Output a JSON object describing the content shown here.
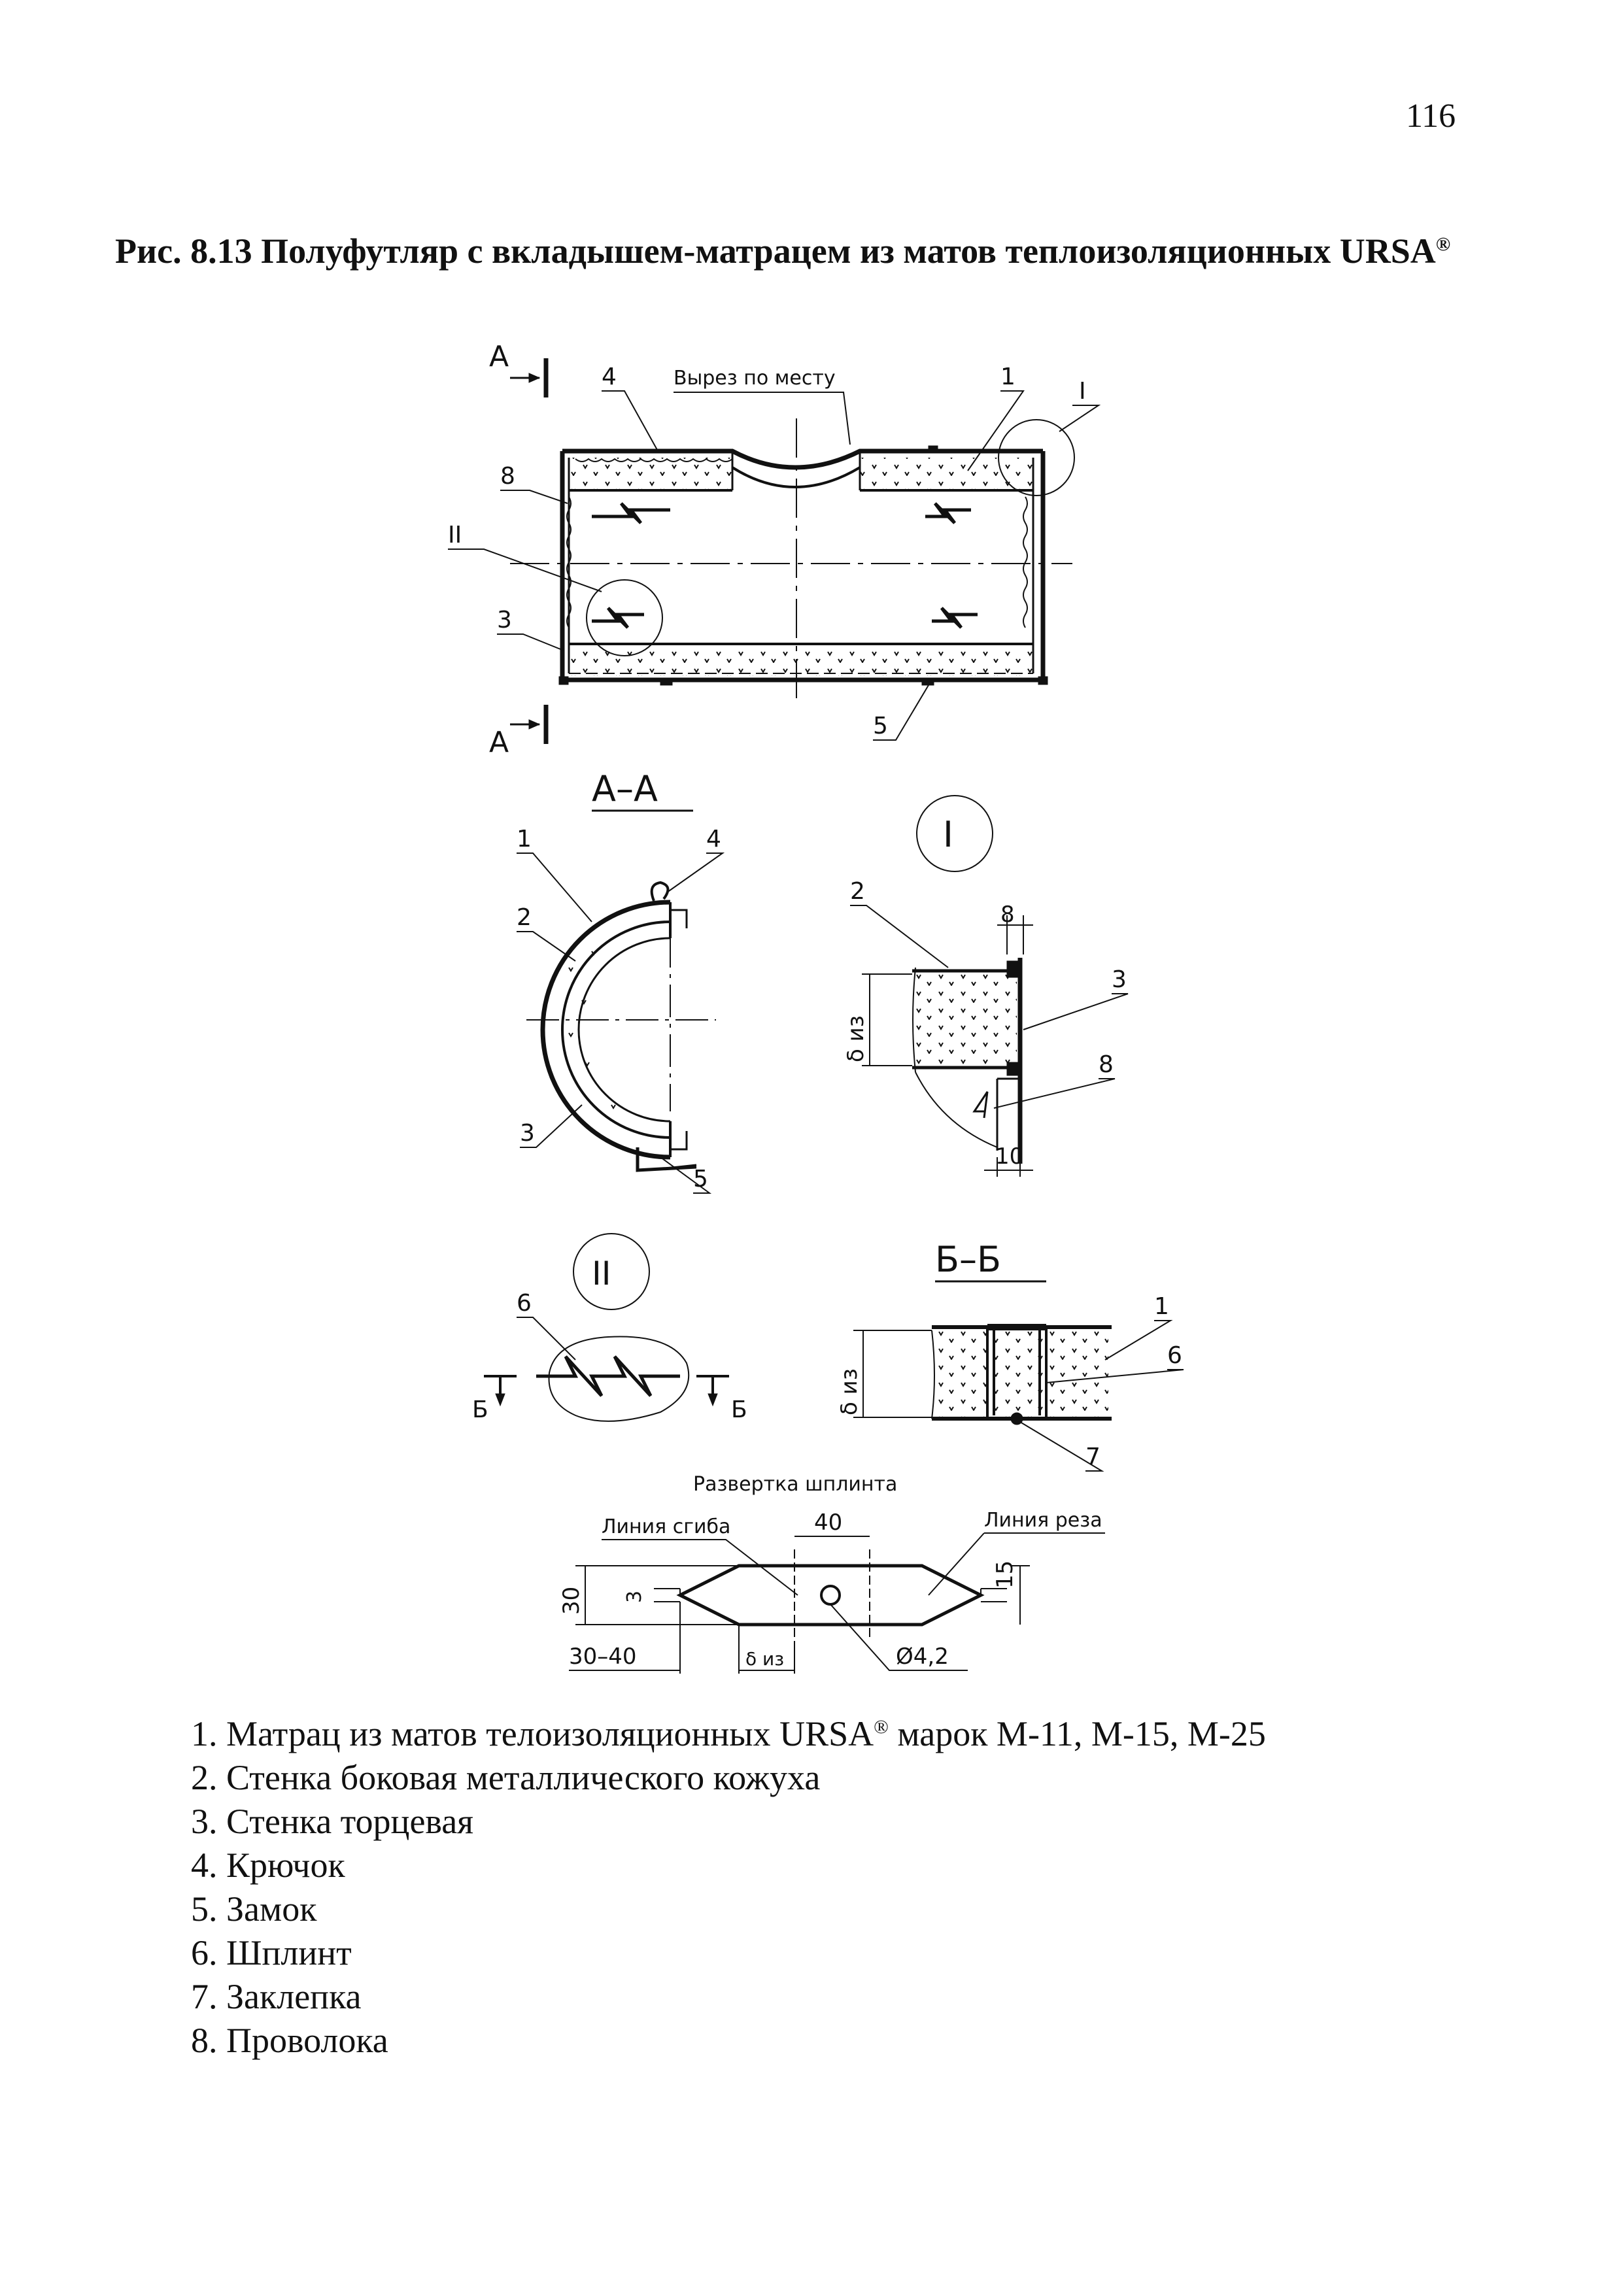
{
  "page_number": "116",
  "figure": {
    "title_main": "Рис. 8.13 Полуфутляр с вкладышем-матрацем из матов теплоизоляционных URSA",
    "title_mark": "®"
  },
  "drawing": {
    "main_view": {
      "section_a": "А",
      "cutout_note": "Вырез по месту",
      "detail_I": "I",
      "detail_II": "II",
      "pos_1": "1",
      "pos_3": "3",
      "pos_4": "4",
      "pos_5": "5",
      "pos_8": "8"
    },
    "section_aa": {
      "title": "А–А",
      "pos_1": "1",
      "pos_2": "2",
      "pos_3": "3",
      "pos_4": "4",
      "pos_5": "5"
    },
    "detail_1": {
      "title": "I",
      "pos_2": "2",
      "pos_3": "3",
      "pos_8": "8",
      "dim_8": "8",
      "dim_10": "10",
      "dim_delta": "δ из"
    },
    "detail_2": {
      "title": "II",
      "pos_6": "6",
      "section_b": "Б"
    },
    "section_bb": {
      "title": "Б–Б",
      "pos_1": "1",
      "pos_6": "6",
      "pos_7": "7",
      "dim_delta": "δ из"
    },
    "cotter_pin": {
      "title": "Развертка шплинта",
      "bend_line": "Линия сгиба",
      "cut_line": "Линия реза",
      "dim_40": "40",
      "dim_15": "15",
      "dim_30": "30",
      "dim_3": "3",
      "dim_30_40": "30–40",
      "dim_delta": "δ из",
      "dim_hole": "Ø4,2"
    }
  },
  "legend": [
    {
      "num": "1.",
      "text": "Матрац из матов телоизоляционных URSA",
      "mark": "®",
      "after": " марок М-11, М-15, М-25"
    },
    {
      "num": "2.",
      "text": "Стенка боковая металлического кожуха",
      "mark": "",
      "after": ""
    },
    {
      "num": "3.",
      "text": "Стенка торцевая",
      "mark": "",
      "after": ""
    },
    {
      "num": "4.",
      "text": "Крючок",
      "mark": "",
      "after": ""
    },
    {
      "num": "5.",
      "text": "Замок",
      "mark": "",
      "after": ""
    },
    {
      "num": "6.",
      "text": "Шплинт",
      "mark": "",
      "after": ""
    },
    {
      "num": "7.",
      "text": "Заклепка",
      "mark": "",
      "after": ""
    },
    {
      "num": "8.",
      "text": "Проволока",
      "mark": "",
      "after": ""
    }
  ]
}
